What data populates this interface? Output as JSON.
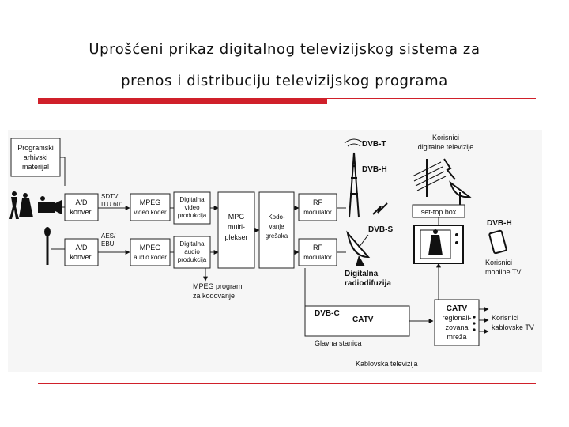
{
  "title": {
    "line1": "Uprošćeni prikaz digitalnog televizijskog sistema za",
    "line2": "prenos i distribuciju televizijskog programa"
  },
  "colors": {
    "accent": "#d0202a",
    "diagram_bg": "#f6f6f6",
    "box_stroke": "#222222"
  },
  "diagram": {
    "archive": [
      "Programski",
      "arhivski",
      "materijal"
    ],
    "ad_video": [
      "A/D",
      "konver."
    ],
    "ad_audio": [
      "A/D",
      "konver."
    ],
    "sdtv": [
      "SDTV",
      "ITU 601"
    ],
    "aes": [
      "AES/",
      "EBU"
    ],
    "mpeg_video": [
      "MPEG",
      "video koder"
    ],
    "mpeg_audio": [
      "MPEG",
      "audio koder"
    ],
    "dig_video": [
      "Digitalna",
      "video",
      "produkcija"
    ],
    "dig_audio": [
      "Digitalna",
      "audio",
      "produkcija"
    ],
    "mpg_mux": [
      "MPG",
      "multi-",
      "plekser"
    ],
    "coding": [
      "Kodo-",
      "vanje",
      "grešaka"
    ],
    "rf_top": [
      "RF",
      "modulator"
    ],
    "rf_bottom": [
      "RF",
      "modulator"
    ],
    "dvbt": "DVB-T",
    "dvbh_top": "DVB-H",
    "dvbs": "DVB-S",
    "radio": [
      "Digitalna",
      "radiodifuzija"
    ],
    "users_dtv": [
      "Korisnici",
      "digitalne televizije"
    ],
    "settop": "set-top box",
    "dvbh_right": "DVB-H",
    "users_mobile": [
      "Korisnici",
      "mobilne TV"
    ],
    "mpeg_programs": [
      "MPEG programi",
      "za kodovanje"
    ],
    "dvbc": "DVB-C",
    "catv": "CATV",
    "headend": "Glavna stanica",
    "catv_net": [
      "CATV",
      "regionali-",
      "zovana",
      "mreža"
    ],
    "cable_users": [
      "Korisnici",
      "kablovske TV"
    ],
    "cable_tv": "Kablovska televizija"
  }
}
